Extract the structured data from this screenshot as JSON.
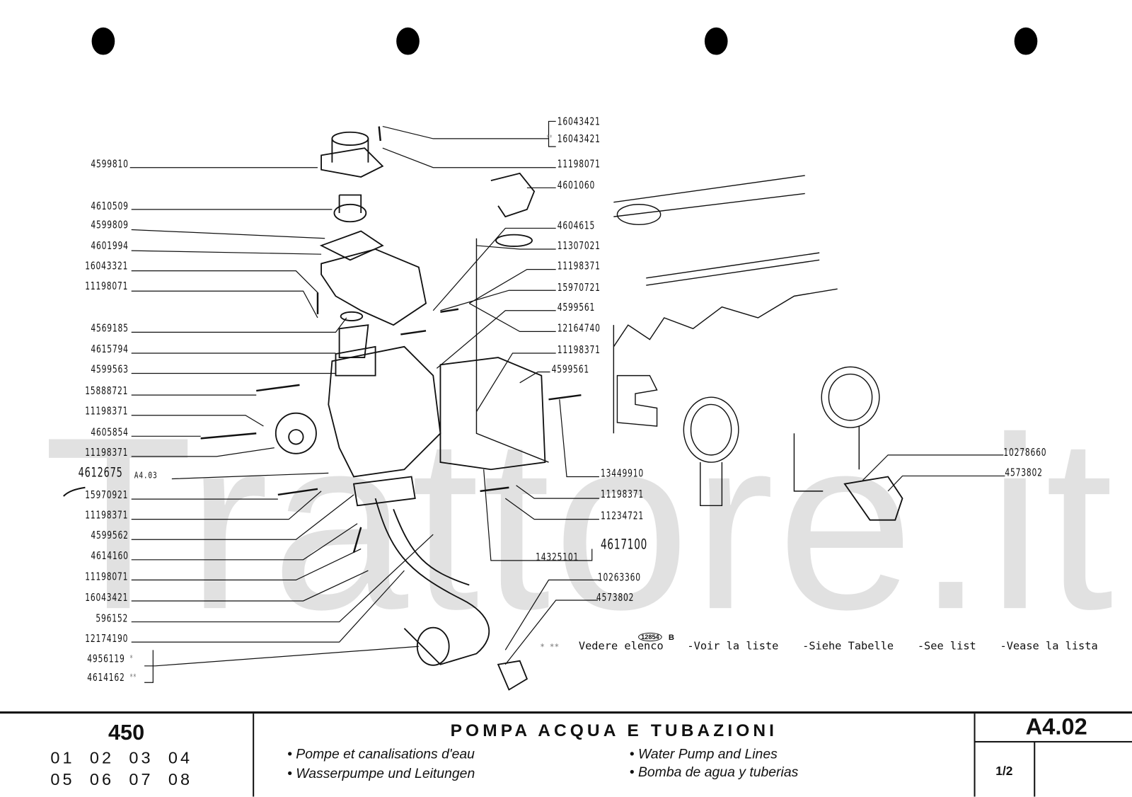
{
  "watermark": "Trattore.it",
  "left_labels": [
    "4599810",
    "4610509",
    "4599809",
    "4601994",
    "16043321",
    "11198071",
    "4569185",
    "4615794",
    "4599563",
    "15888721",
    "11198371",
    "4605854",
    "11198371",
    "4612675",
    "15970921",
    "11198371",
    "4599562",
    "4614160",
    "11198071",
    "16043421",
    "596152",
    "12174190",
    "4956119",
    "4614162"
  ],
  "ref_a403": "A4.03",
  "star1": "*",
  "star2": "**",
  "right_labels": [
    "16043421",
    "16043421",
    "11198071",
    "4601060",
    "4604615",
    "11307021",
    "11198371",
    "15970721",
    "4599561",
    "12164740",
    "11198371",
    "4599561",
    "13449910",
    "11198371",
    "11234721",
    "4617100",
    "14325101",
    "10263360",
    "4573802",
    "10278660",
    "4573802"
  ],
  "note": {
    "stars": "*  **",
    "items": [
      "Vedere elenco",
      "-Voir la liste",
      "-Siehe Tabelle",
      "-See list",
      "-Vease la lista"
    ],
    "badge": "12854",
    "badge_suffix": "B"
  },
  "title_block": {
    "model": "450",
    "versions_row1": "01  02  03  04",
    "versions_row2": "05  06  07  08",
    "title": "POMPA ACQUA E TUBAZIONI",
    "subtitles": [
      "• Pompe et canalisations d'eau",
      "• Wasserpumpe und Leitungen",
      "• Water Pump and Lines",
      "• Bomba de agua y tuberias"
    ],
    "code": "A4.02",
    "page": "1/2"
  }
}
